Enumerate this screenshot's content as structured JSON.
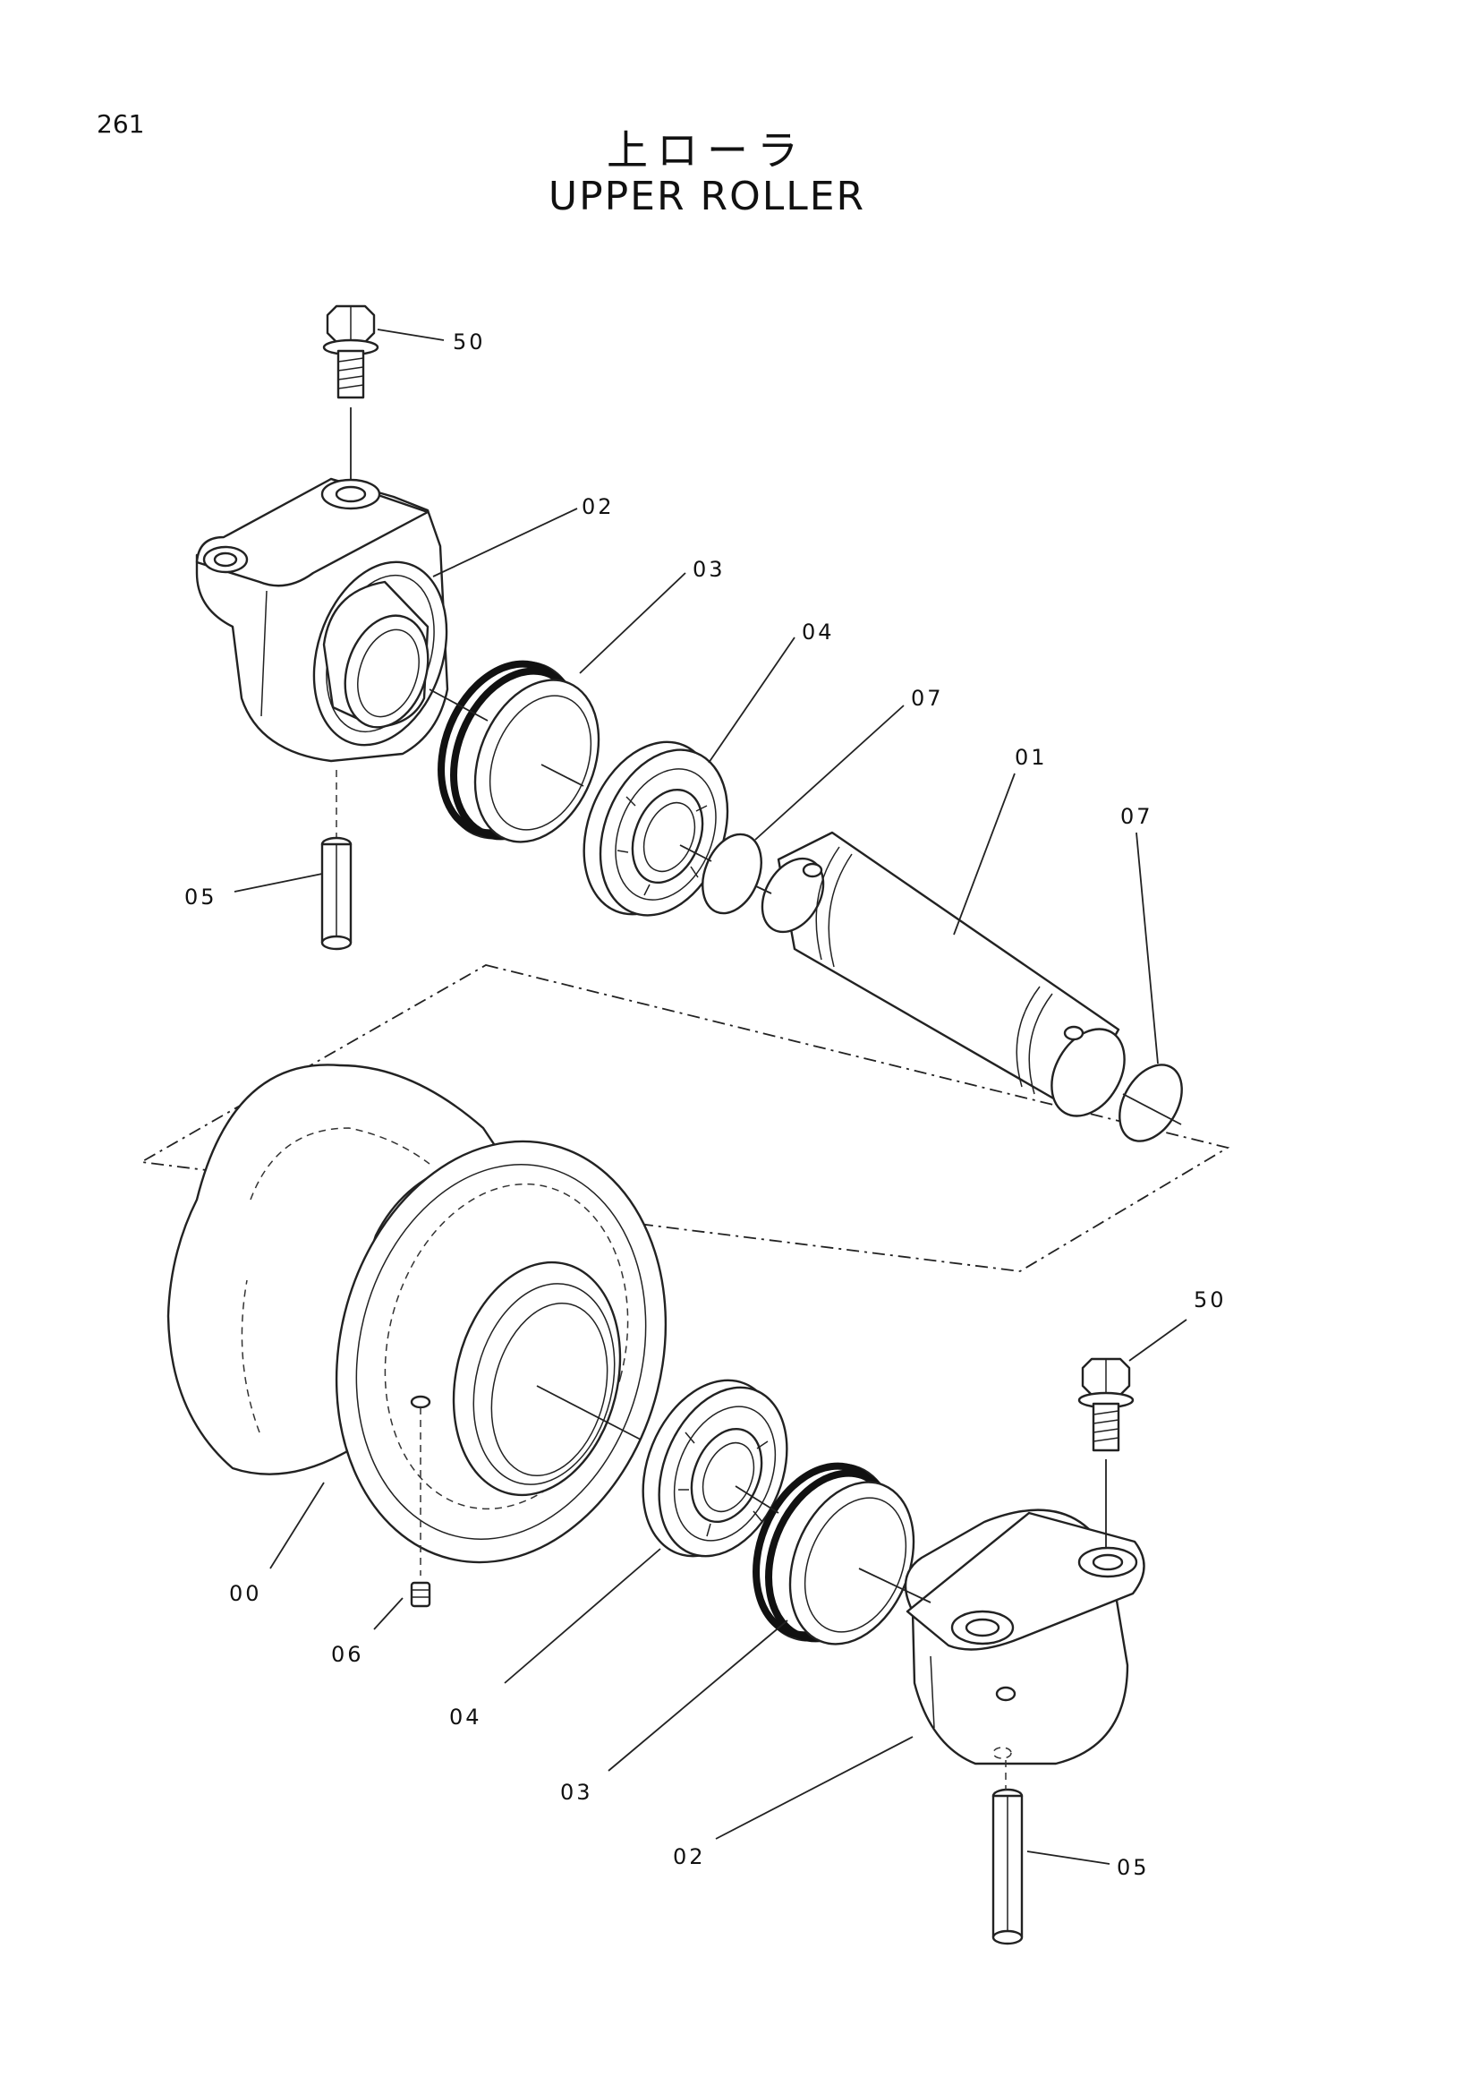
{
  "page_number": "261",
  "title": {
    "japanese": "上ローラ",
    "english": "UPPER ROLLER"
  },
  "callouts": {
    "bolt_top": "50",
    "bracket_top": "02",
    "seal_top": "03",
    "bearing_top": "04",
    "oring_top": "07",
    "shaft": "01",
    "oring_end": "07",
    "pin_top": "05",
    "roller": "00",
    "plug": "06",
    "bearing_bottom": "04",
    "seal_bottom": "03",
    "bracket_bottom": "02",
    "bolt_bottom": "50",
    "pin_bottom": "05"
  }
}
